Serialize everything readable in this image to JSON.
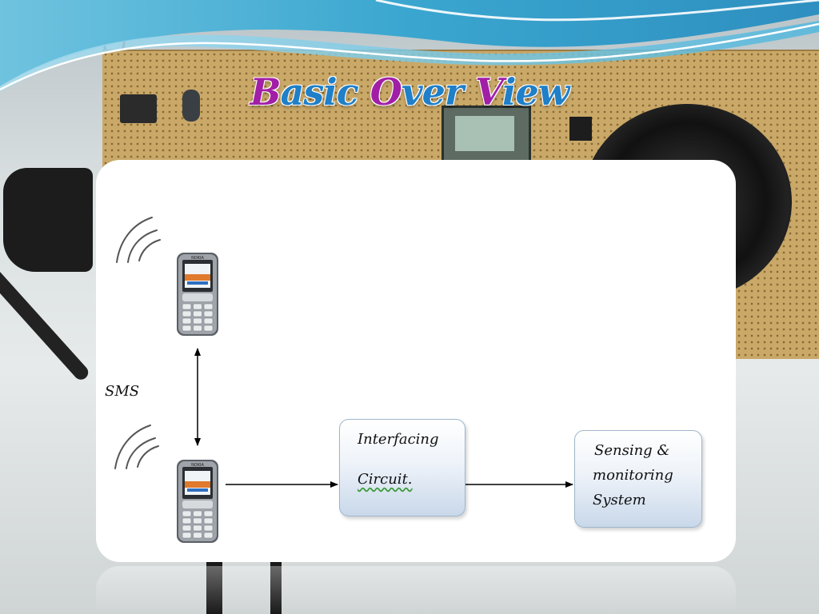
{
  "slide": {
    "title_parts": [
      {
        "text": "B",
        "color": "#a11fa6"
      },
      {
        "text": "asic ",
        "color": "#1f7fc8"
      },
      {
        "text": "O",
        "color": "#a11fa6"
      },
      {
        "text": "ver ",
        "color": "#1f7fc8"
      },
      {
        "text": "V",
        "color": "#a11fa6"
      },
      {
        "text": "iew",
        "color": "#1f7fc8"
      }
    ]
  },
  "diagram": {
    "link_label": "SMS",
    "interfacing_lines": [
      "Interfacing",
      "Circuit."
    ],
    "sensing_lines": [
      "Sensing &",
      "monitoring",
      "System"
    ],
    "phones": [
      {
        "role": "remote-mobile-phone",
        "brand": "NOKIA"
      },
      {
        "role": "gsm-mobile-phone",
        "brand": "NOKIA"
      }
    ]
  },
  "colors": {
    "title_accent": "#a11fa6",
    "title_primary": "#1f7fc8",
    "box_fill": "#c9d8ea",
    "box_border": "#9fb6cc"
  }
}
